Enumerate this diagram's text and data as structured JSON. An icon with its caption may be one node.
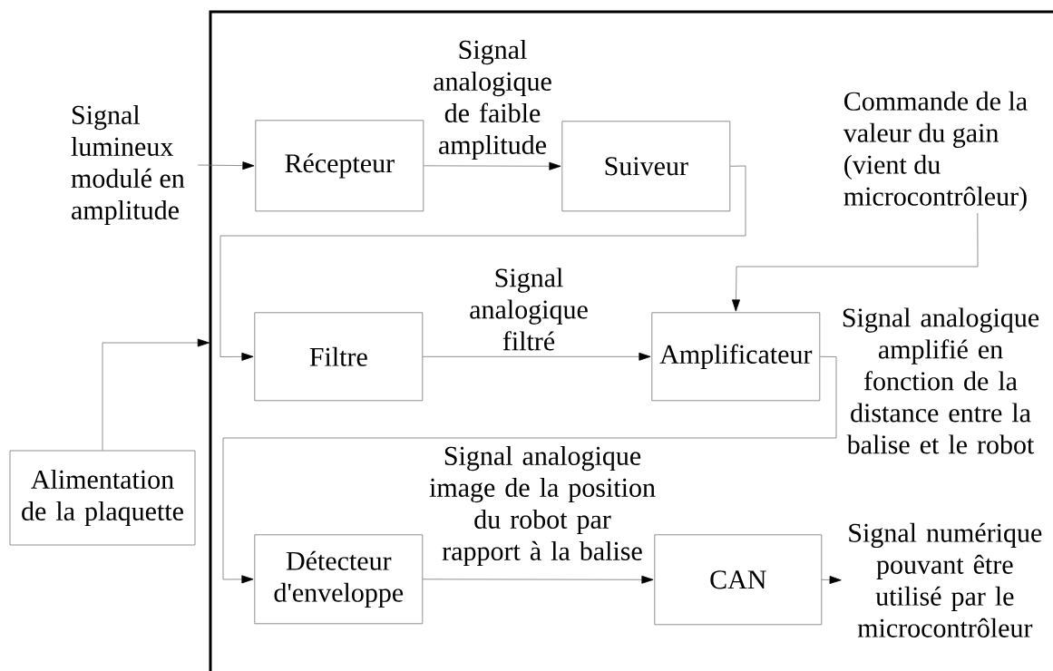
{
  "diagram": {
    "nodes": [
      {
        "text": [],
        "shape": "box"
      },
      {
        "text": [
          "Signal lumineux modulé en amplitude"
        ]
      },
      {
        "text": [
          "Récepteur"
        ],
        "in": 0
      },
      {
        "text": [
          "Suiveur"
        ],
        "in": 0
      },
      {
        "text": [
          "Commande de la valeur du gain (vient du microcontrôleur)"
        ],
        "in": 0
      },
      {
        "text": [
          "Filtre"
        ],
        "in": 0
      },
      {
        "text": [
          "Amplificateur"
        ],
        "in": 0
      },
      {
        "text": [
          "Alimentation de la plaquette"
        ]
      },
      {
        "text": [
          "Détecteur d'enveloppe"
        ],
        "in": 0
      },
      {
        "text": [
          "CAN"
        ],
        "in": 0
      },
      {
        "text": [
          "Signal numérique pouvant être utilisé par le microcontrôleur"
        ],
        "in": 0
      }
    ],
    "edges": [
      {
        "from": 1,
        "to": 2,
        "arrow": "to"
      },
      {
        "from": 2,
        "to": 3,
        "arrow": "to",
        "label": "Signal analogique de faible amplitude"
      },
      {
        "from": 3,
        "to": 5,
        "arrow": "to"
      },
      {
        "from": 4,
        "to": 6,
        "arrow": "to"
      },
      {
        "from": 5,
        "to": 6,
        "arrow": "to",
        "label": "Signal analogique filtré"
      },
      {
        "from": 6,
        "to": 8,
        "arrow": "to",
        "label": "Signal analogique amplifié en fonction de la distance entre la balise et le robot"
      },
      {
        "from": 8,
        "to": 9,
        "arrow": "to",
        "label": "Signal analogique image de la position du robot par rapport à la balise"
      },
      {
        "from": 9,
        "to": 10,
        "arrow": "to"
      },
      {
        "from": 7,
        "to": 0,
        "arrow": "to"
      }
    ]
  }
}
